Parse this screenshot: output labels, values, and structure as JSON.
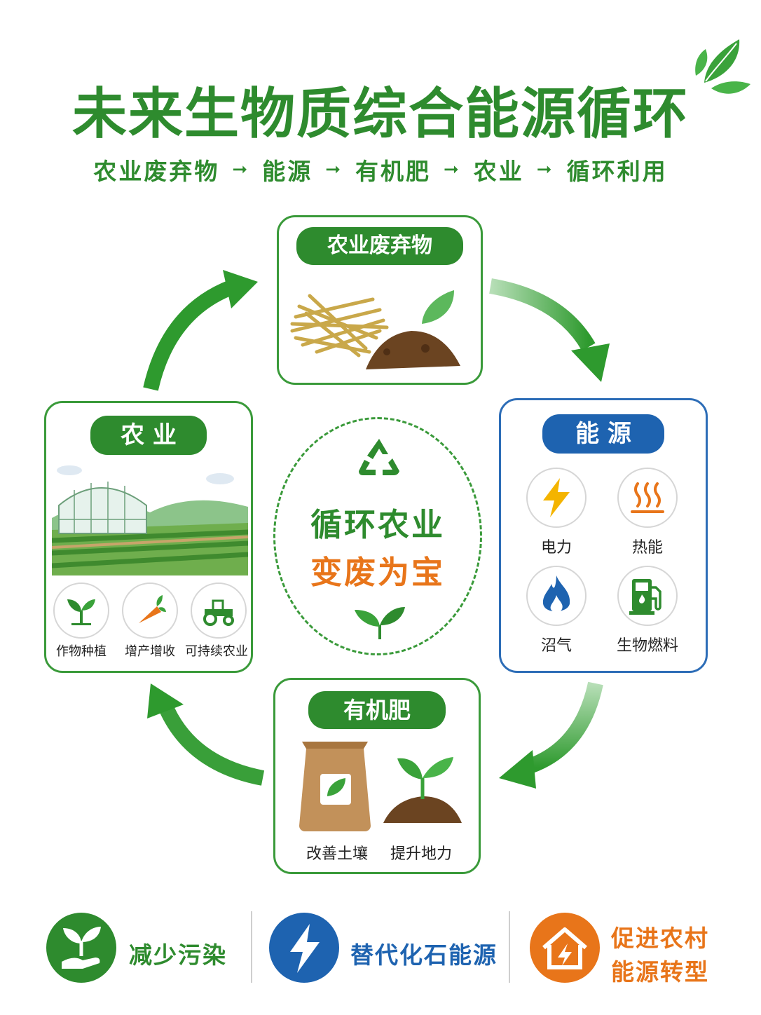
{
  "title": "未来生物质综合能源循环",
  "flow": [
    "农业废弃物",
    "能源",
    "有机肥",
    "农业",
    "循环利用"
  ],
  "flow_arrow": "➞",
  "cards": {
    "waste": {
      "title": "农业废弃物"
    },
    "energy": {
      "title": "能 源",
      "items": [
        {
          "label": "电力",
          "icon": "lightning-icon"
        },
        {
          "label": "热能",
          "icon": "heat-icon"
        },
        {
          "label": "沼气",
          "icon": "flame-icon"
        },
        {
          "label": "生物燃料",
          "icon": "fuel-pump-icon"
        }
      ]
    },
    "fertilizer": {
      "title": "有机肥",
      "captions": [
        "改善土壤",
        "提升地力"
      ]
    },
    "agriculture": {
      "title": "农 业",
      "items": [
        {
          "label": "作物种植",
          "icon": "sprout-icon"
        },
        {
          "label": "增产增收",
          "icon": "carrot-icon"
        },
        {
          "label": "可持续农业",
          "icon": "tractor-icon"
        }
      ]
    }
  },
  "center": {
    "line1": "循环农业",
    "line2": "变废为宝",
    "icon": "recycle-icon"
  },
  "benefits": [
    {
      "text": "减少污染",
      "color": "#2e8b2e",
      "icon": "leaf-hand-icon"
    },
    {
      "text": "替代化石能源",
      "color": "#1e63b0",
      "icon": "lightning-icon"
    },
    {
      "text_line1": "促进农村",
      "text_line2": "能源转型",
      "color": "#e8751a",
      "icon": "house-energy-icon"
    }
  ],
  "colors": {
    "green": "#2e8b2e",
    "blue": "#1e63b0",
    "orange": "#e8751a"
  }
}
